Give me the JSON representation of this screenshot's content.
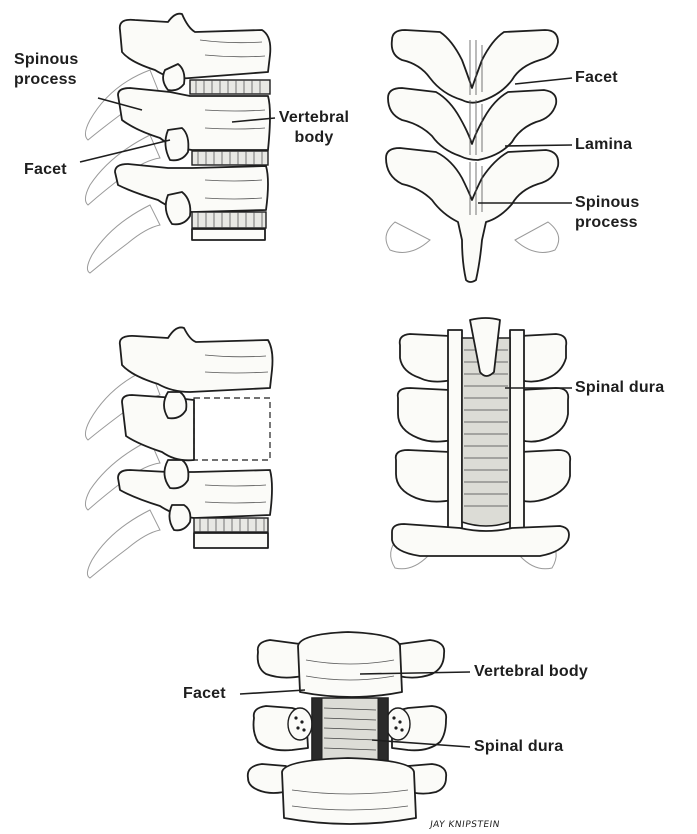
{
  "panels": {
    "lateral_view": {
      "labels": {
        "spinous_process": "Spinous\nprocess",
        "facet": "Facet",
        "vertebral_body": "Vertebral\nbody"
      }
    },
    "posterior_view": {
      "labels": {
        "facet": "Facet",
        "lamina": "Lamina",
        "spinous_process": "Spinous\nprocess"
      }
    },
    "lateral_resected": {},
    "posterior_exposed": {
      "labels": {
        "spinal_dura": "Spinal dura"
      }
    },
    "anterior_view": {
      "labels": {
        "facet": "Facet",
        "vertebral_body": "Vertebral body",
        "spinal_dura": "Spinal dura"
      }
    }
  },
  "signature": "JAY KNIPSTEIN",
  "colors": {
    "ink": "#1e1e1e",
    "paper": "#ffffff"
  }
}
